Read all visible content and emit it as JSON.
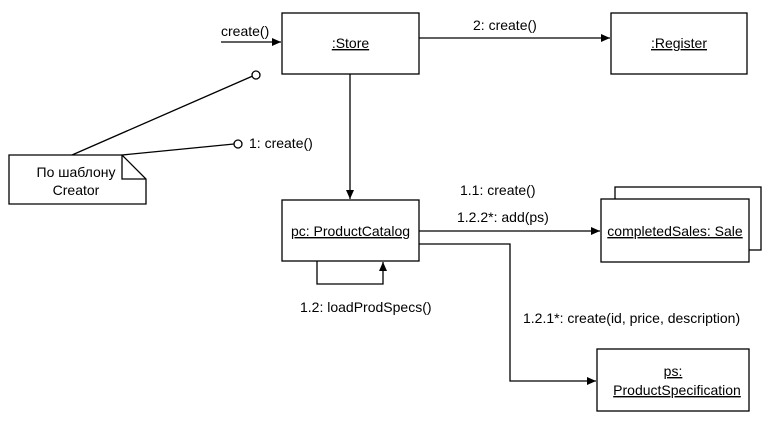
{
  "diagram": {
    "objects": {
      "store": ":Store",
      "register": ":Register",
      "product_catalog": "pc: ProductCatalog",
      "completed_sales": "completedSales: Sale",
      "product_spec_line1": "ps:",
      "product_spec_line2": "ProductSpecification"
    },
    "messages": {
      "incoming_create": "create()",
      "register_create": "2: create()",
      "catalog_create": "1: create()",
      "sales_create": "1.1: create()",
      "sales_add": "1.2.2*: add(ps)",
      "load_specs": "1.2: loadProdSpecs()",
      "spec_create": "1.2.1*: create(id, price, description)"
    },
    "note": {
      "line1": "По шаблону",
      "line2": "Creator"
    }
  }
}
